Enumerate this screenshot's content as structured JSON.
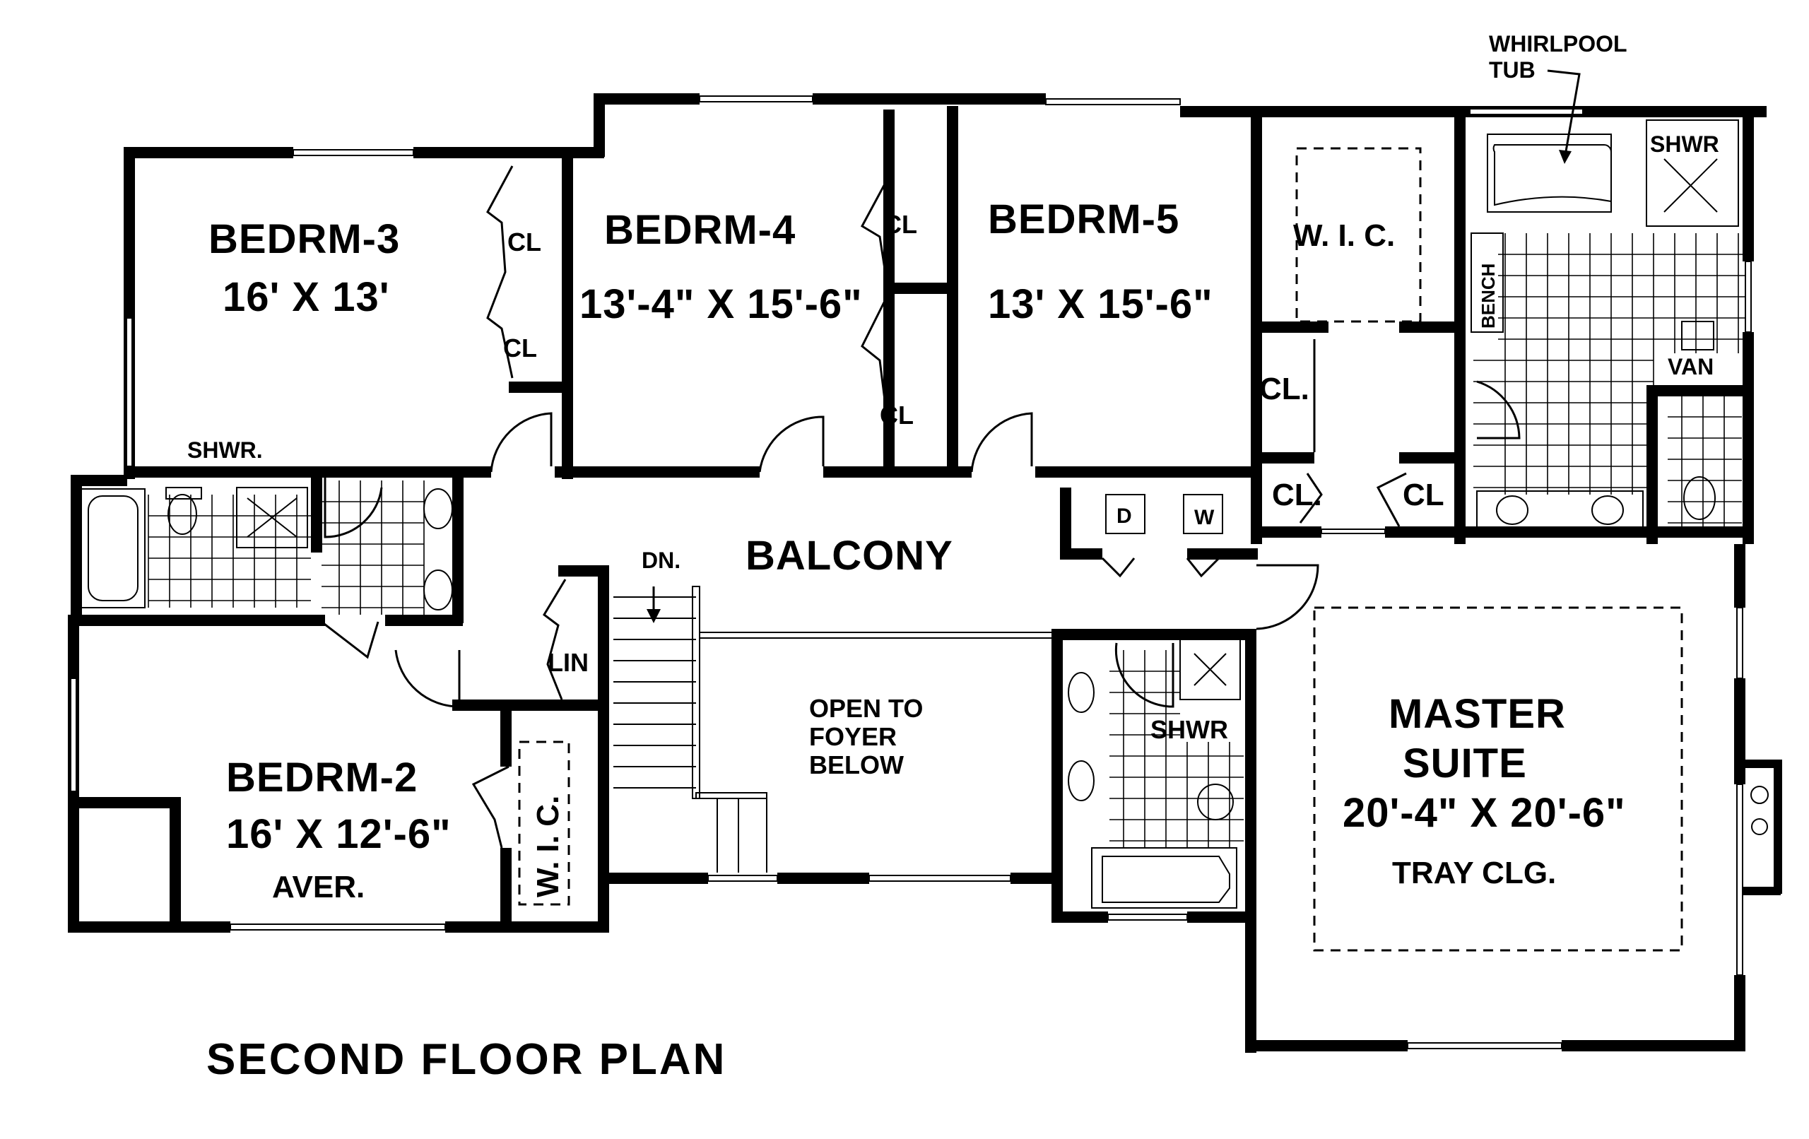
{
  "plan": {
    "title": "SECOND FLOOR PLAN",
    "rooms": {
      "bedrm3": {
        "name": "BEDRM-3",
        "size": "16' X 13'"
      },
      "bedrm4": {
        "name": "BEDRM-4",
        "size": "13'-4\" X 15'-6\""
      },
      "bedrm5": {
        "name": "BEDRM-5",
        "size": "13' X 15'-6\""
      },
      "bedrm2": {
        "name": "BEDRM-2",
        "size": "16' X 12'-6\"",
        "note": "AVER."
      },
      "master": {
        "name_line1": "MASTER",
        "name_line2": "SUITE",
        "size": "20'-4\" X 20'-6\"",
        "note": "TRAY CLG."
      },
      "balcony": {
        "name": "BALCONY"
      },
      "foyer": {
        "line1": "OPEN TO",
        "line2": "FOYER",
        "line3": "BELOW"
      }
    },
    "labels": {
      "cl": "CL",
      "cl_dot": "CL.",
      "wic": "W. I. C.",
      "lin": "LIN",
      "shwr": "SHWR",
      "shwr_dot": "SHWR.",
      "dn": "DN.",
      "dryer": "D",
      "washer": "W",
      "bench": "BENCH",
      "van": "VAN",
      "whirlpool_line1": "WHIRLPOOL",
      "whirlpool_line2": "TUB"
    },
    "colors": {
      "ink": "#000000",
      "paper": "#ffffff"
    }
  }
}
